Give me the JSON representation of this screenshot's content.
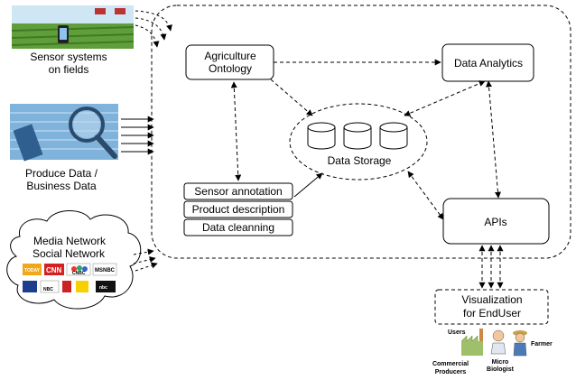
{
  "sources": {
    "sensors": {
      "line1": "Sensor systems",
      "line2": "on fields"
    },
    "produce": {
      "line1": "Produce Data /",
      "line2": "Business Data"
    },
    "media": {
      "line1": "Media Network",
      "line2": "Social Network",
      "logos": [
        "TODAY",
        "CNN",
        "CNBC",
        "MSNBC",
        "",
        "NBC",
        "",
        "",
        "nbc"
      ]
    }
  },
  "nodes": {
    "ontology": {
      "line1": "Agriculture",
      "line2": "Ontology"
    },
    "analytics": "Data Analytics",
    "storage": "Data Storage",
    "apis": "APIs",
    "sensor_annotation": "Sensor annotation",
    "product_description": "Product description",
    "data_cleaning": "Data cleanning",
    "visualization": {
      "line1": "Visualization",
      "line2": "for EndUser"
    }
  },
  "users": {
    "group_label": "Users",
    "commercial": {
      "line1": "Commercial",
      "line2": "Producers"
    },
    "micro": {
      "line1": "Micro",
      "line2": "Biologist"
    },
    "farmer": "Farmer"
  },
  "colors": {
    "stroke": "#000000",
    "field_sky": "#cfe6f5",
    "field_green": "#5f9e3a",
    "chart_blue": "#7fb3dc",
    "cloud_fill": "#ffffff"
  }
}
